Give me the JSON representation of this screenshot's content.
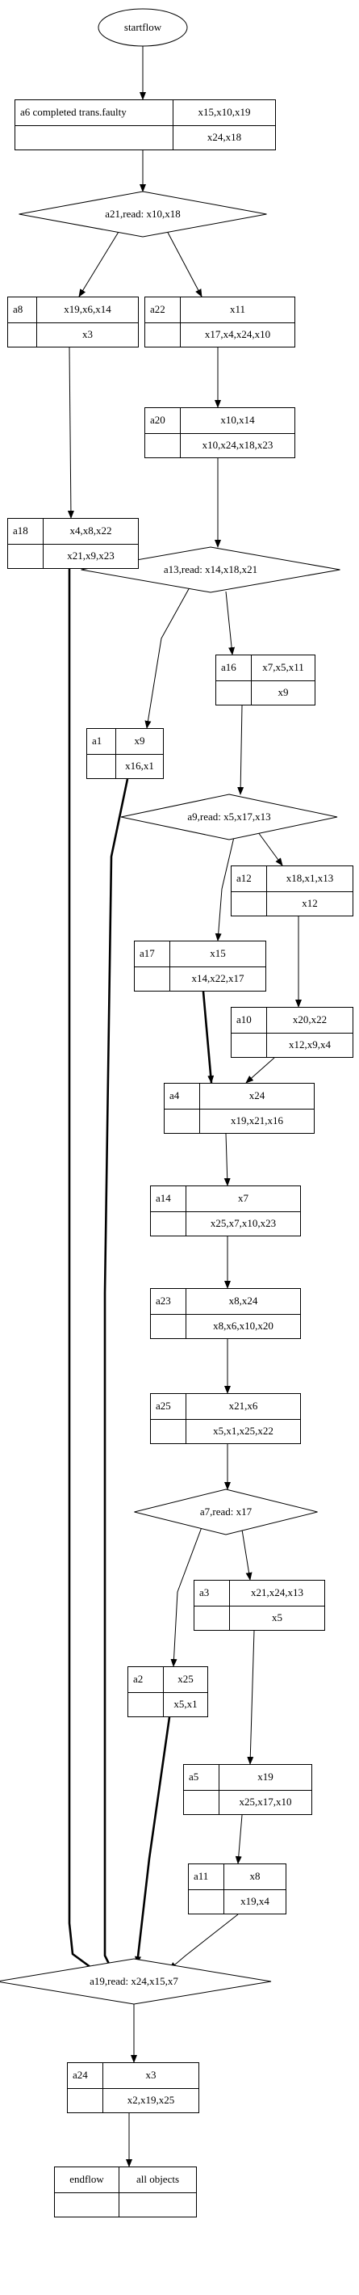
{
  "start": {
    "label": "startflow"
  },
  "end": {
    "left": "endflow",
    "right": "all objects"
  },
  "activities": [
    {
      "id": "a6",
      "label": "a6 completed trans.faulty",
      "top": "x15,x10,x19",
      "bottom": "x24,x18"
    },
    {
      "id": "a8",
      "label": "a8",
      "top": "x19,x6,x14",
      "bottom": "x3"
    },
    {
      "id": "a22",
      "label": "a22",
      "top": "x11",
      "bottom": "x17,x4,x24,x10"
    },
    {
      "id": "a20",
      "label": "a20",
      "top": "x10,x14",
      "bottom": "x10,x24,x18,x23"
    },
    {
      "id": "a18",
      "label": "a18",
      "top": "x4,x8,x22",
      "bottom": "x21,x9,x23"
    },
    {
      "id": "a16",
      "label": "a16",
      "top": "x7,x5,x11",
      "bottom": "x9"
    },
    {
      "id": "a1",
      "label": "a1",
      "top": "x9",
      "bottom": "x16,x1"
    },
    {
      "id": "a12",
      "label": "a12",
      "top": "x18,x1,x13",
      "bottom": "x12"
    },
    {
      "id": "a17",
      "label": "a17",
      "top": "x15",
      "bottom": "x14,x22,x17"
    },
    {
      "id": "a10",
      "label": "a10",
      "top": "x20,x22",
      "bottom": "x12,x9,x4"
    },
    {
      "id": "a4",
      "label": "a4",
      "top": "x24",
      "bottom": "x19,x21,x16"
    },
    {
      "id": "a14",
      "label": "a14",
      "top": "x7",
      "bottom": "x25,x7,x10,x23"
    },
    {
      "id": "a23",
      "label": "a23",
      "top": "x8,x24",
      "bottom": "x8,x6,x10,x20"
    },
    {
      "id": "a25",
      "label": "a25",
      "top": "x21,x6",
      "bottom": "x5,x1,x25,x22"
    },
    {
      "id": "a3",
      "label": "a3",
      "top": "x21,x24,x13",
      "bottom": "x5"
    },
    {
      "id": "a2",
      "label": "a2",
      "top": "x25",
      "bottom": "x5,x1"
    },
    {
      "id": "a5",
      "label": "a5",
      "top": "x19",
      "bottom": "x25,x17,x10"
    },
    {
      "id": "a11",
      "label": "a11",
      "top": "x8",
      "bottom": "x19,x4"
    },
    {
      "id": "a24",
      "label": "a24",
      "top": "x3",
      "bottom": "x2,x19,x25"
    }
  ],
  "decisions": [
    {
      "id": "a21",
      "label": "a21,read: x10,x18"
    },
    {
      "id": "a13",
      "label": "a13,read: x14,x18,x21"
    },
    {
      "id": "a9",
      "label": "a9,read: x5,x17,x13"
    },
    {
      "id": "a7",
      "label": "a7,read: x17"
    },
    {
      "id": "a19",
      "label": "a19,read: x24,x15,x7"
    }
  ],
  "edges": [
    [
      "start",
      "a6"
    ],
    [
      "a6",
      "a21"
    ],
    [
      "a21",
      "a8"
    ],
    [
      "a21",
      "a22"
    ],
    [
      "a22",
      "a20"
    ],
    [
      "a8",
      "a18"
    ],
    [
      "a20",
      "a13"
    ],
    [
      "a13",
      "a1"
    ],
    [
      "a13",
      "a16"
    ],
    [
      "a16",
      "a9"
    ],
    [
      "a9",
      "a17"
    ],
    [
      "a9",
      "a12"
    ],
    [
      "a12",
      "a10"
    ],
    [
      "a17",
      "a4"
    ],
    [
      "a10",
      "a4"
    ],
    [
      "a4",
      "a14"
    ],
    [
      "a14",
      "a23"
    ],
    [
      "a23",
      "a25"
    ],
    [
      "a25",
      "a7"
    ],
    [
      "a7",
      "a2"
    ],
    [
      "a7",
      "a3"
    ],
    [
      "a3",
      "a5"
    ],
    [
      "a5",
      "a11"
    ],
    [
      "a18",
      "a19"
    ],
    [
      "a1",
      "a19"
    ],
    [
      "a2",
      "a19"
    ],
    [
      "a11",
      "a19"
    ],
    [
      "a19",
      "a24"
    ],
    [
      "a24",
      "end"
    ]
  ],
  "bold_edges": [
    [
      "a18",
      "a19"
    ],
    [
      "a1",
      "a19"
    ],
    [
      "a2",
      "a19"
    ],
    [
      "a17",
      "a4"
    ]
  ]
}
